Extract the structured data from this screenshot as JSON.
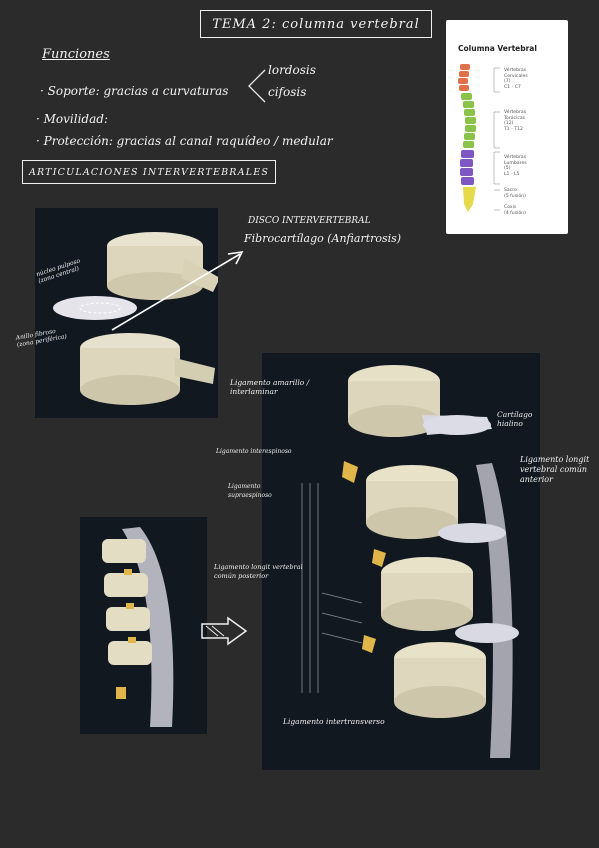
{
  "title": "TEMA 2: columna vertebral",
  "funciones": {
    "heading": "Funciones",
    "soporte": "· Soporte: gracias a curvaturas",
    "curvas": [
      "lordosis",
      "cifosis"
    ],
    "movilidad": "· Movilidad:",
    "proteccion": "· Protección: gracias al canal raquídeo / medular"
  },
  "articulaciones_heading": "ARTICULACIONES INTERVERTEBRALES",
  "spine_card": {
    "title": "Columna Vertebral",
    "cervical": "Vértebras\nCervicales\n(7)\nC1 - C7",
    "toracica": "Vértebras\nTorácicas\n(12)\nT1 - T12",
    "lumbar": "Vértebras\nLumbares\n(5)\nL1 - L5",
    "sacro": "Sacro\n(5 fusión)",
    "coxis": "Coxis\n(4 fusión)",
    "colors": {
      "cervical": "#e0704a",
      "toracica": "#8bc34a",
      "lumbar": "#7e57c2",
      "sacro": "#e6d94a"
    }
  },
  "disco": {
    "label1": "DISCO INTERVERTEBRAL",
    "label2": "Fibrocartílago (Anfiartrosis)",
    "nucleo": "núcleo pulposo (zona central)",
    "anillo": "Anillo fibroso (zona periférica)"
  },
  "ligamentos": {
    "amarillo": "Ligamento amarillo / interlaminar",
    "cartilago": "Cartílago hialino",
    "interespinoso": "Ligamento interespinoso",
    "supraespinoso": "Ligamento supraespinoso",
    "anterior": "Ligamento longit vertebral común anterior",
    "posterior": "Ligamento longit vertebral común posterior",
    "intertransverso": "Ligamento intertransverso"
  }
}
